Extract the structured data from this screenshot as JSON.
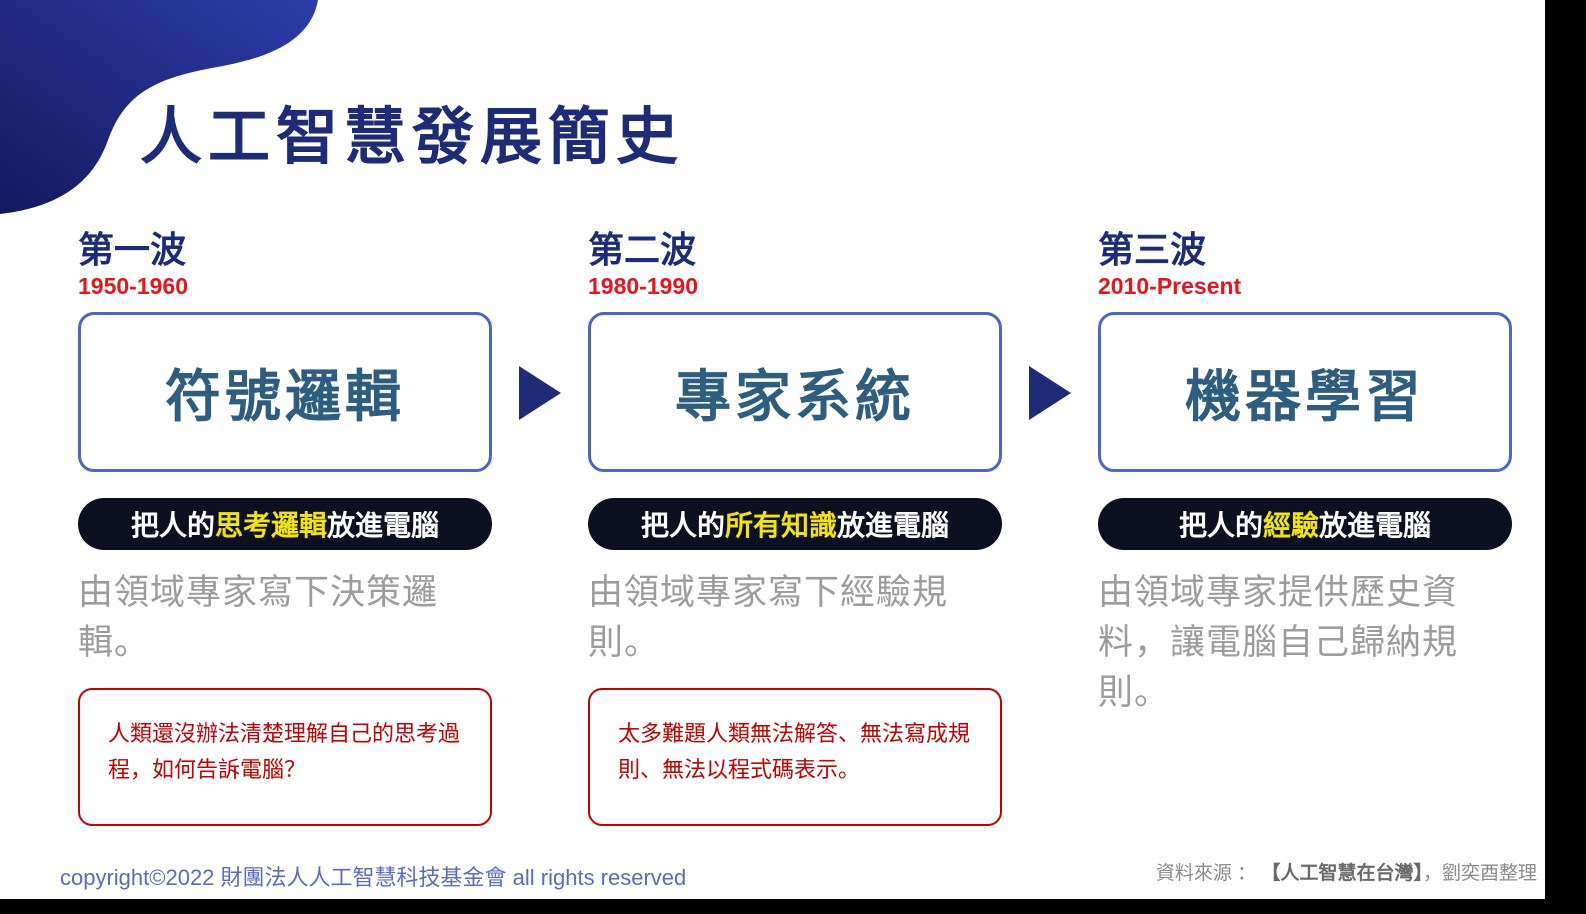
{
  "slide": {
    "title": "人工智慧發展簡史",
    "footer": {
      "copyright": "copyright©2022 財團法人人工智慧科技基金會 all rights reserved",
      "source_prefix": "資料來源 ： ",
      "source_title": "【人工智慧在台灣】",
      "source_suffix": "，劉奕酉整理"
    }
  },
  "waves": [
    {
      "label": "第一波",
      "period": "1950-1960",
      "box_title": "符號邏輯",
      "badge": {
        "prefix": "把人的",
        "highlight": "思考邏輯",
        "suffix": "放進電腦"
      },
      "description": "由領域專家寫下決策邏輯。",
      "warning": "人類還沒辦法清楚理解自己的思考過程，如何告訴電腦？"
    },
    {
      "label": "第二波",
      "period": "1980-1990",
      "box_title": "專家系統",
      "badge": {
        "prefix": "把人的",
        "highlight": "所有知識",
        "suffix": "放進電腦"
      },
      "description": "由領域專家寫下經驗規則。",
      "warning": "太多難題人類無法解答、無法寫成規則、無法以程式碼表示。"
    },
    {
      "label": "第三波",
      "period": "2010-Present",
      "box_title": "機器學習",
      "badge": {
        "prefix": "把人的",
        "highlight": "經驗",
        "suffix": "放進電腦"
      },
      "description": "由領域專家提供歷史資料，讓電腦自己歸納規則。",
      "warning": ""
    }
  ],
  "colors": {
    "title_navy": "#1e2b78",
    "period_red": "#e8141c",
    "box_border_blue": "#4f63c8",
    "box_title_steel": "#2d5e80",
    "badge_background": "#0d1020",
    "badge_highlight_yellow": "#f2e40a",
    "description_gray": "#9c9c9c",
    "warning_red": "#c40000",
    "footer_blue": "#5b6cc0",
    "footer_gray": "#8a8a8a",
    "arrow_navy": "#1e2b78"
  }
}
